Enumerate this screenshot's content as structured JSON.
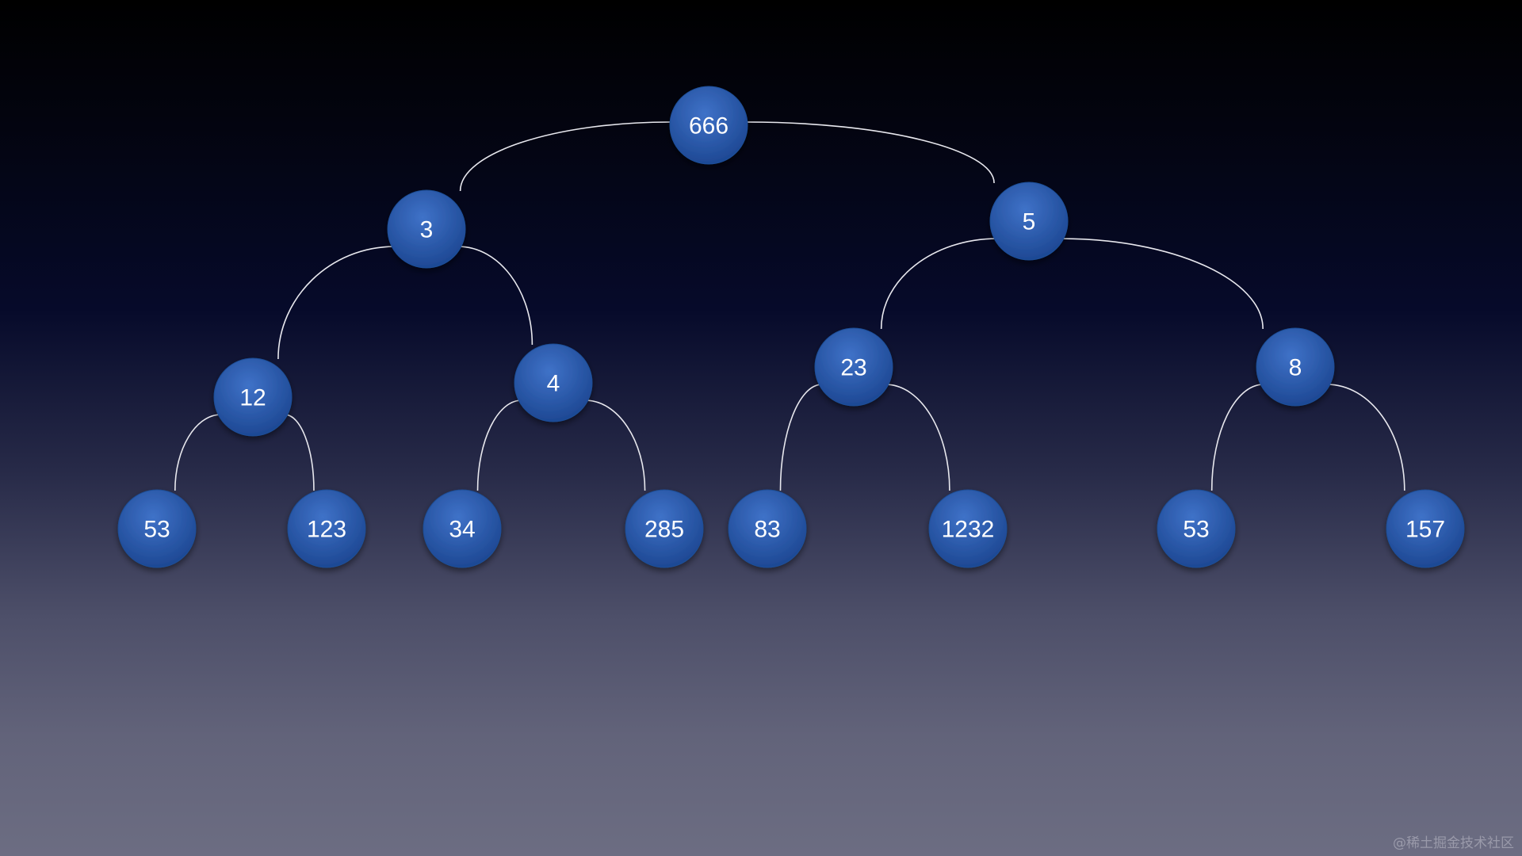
{
  "tree": {
    "nodes": [
      {
        "id": "n666",
        "label": "666"
      },
      {
        "id": "n3",
        "label": "3"
      },
      {
        "id": "n5",
        "label": "5"
      },
      {
        "id": "n12",
        "label": "12"
      },
      {
        "id": "n4",
        "label": "4"
      },
      {
        "id": "n23",
        "label": "23"
      },
      {
        "id": "n8",
        "label": "8"
      },
      {
        "id": "n53a",
        "label": "53"
      },
      {
        "id": "n123",
        "label": "123"
      },
      {
        "id": "n34",
        "label": "34"
      },
      {
        "id": "n285",
        "label": "285"
      },
      {
        "id": "n83",
        "label": "83"
      },
      {
        "id": "n1232",
        "label": "1232"
      },
      {
        "id": "n53b",
        "label": "53"
      },
      {
        "id": "n157",
        "label": "157"
      }
    ],
    "edges": [
      [
        "n666",
        "n3"
      ],
      [
        "n666",
        "n5"
      ],
      [
        "n3",
        "n12"
      ],
      [
        "n3",
        "n4"
      ],
      [
        "n5",
        "n23"
      ],
      [
        "n5",
        "n8"
      ],
      [
        "n12",
        "n53a"
      ],
      [
        "n12",
        "n123"
      ],
      [
        "n4",
        "n34"
      ],
      [
        "n4",
        "n285"
      ],
      [
        "n23",
        "n83"
      ],
      [
        "n23",
        "n1232"
      ],
      [
        "n8",
        "n53b"
      ],
      [
        "n8",
        "n157"
      ]
    ]
  },
  "watermark": "@稀土掘金技术社区",
  "colors": {
    "node_fill_light": "#3f72c8",
    "node_fill_dark": "#1b4590",
    "edge": "#e8e8ee",
    "label": "#ffffff"
  }
}
